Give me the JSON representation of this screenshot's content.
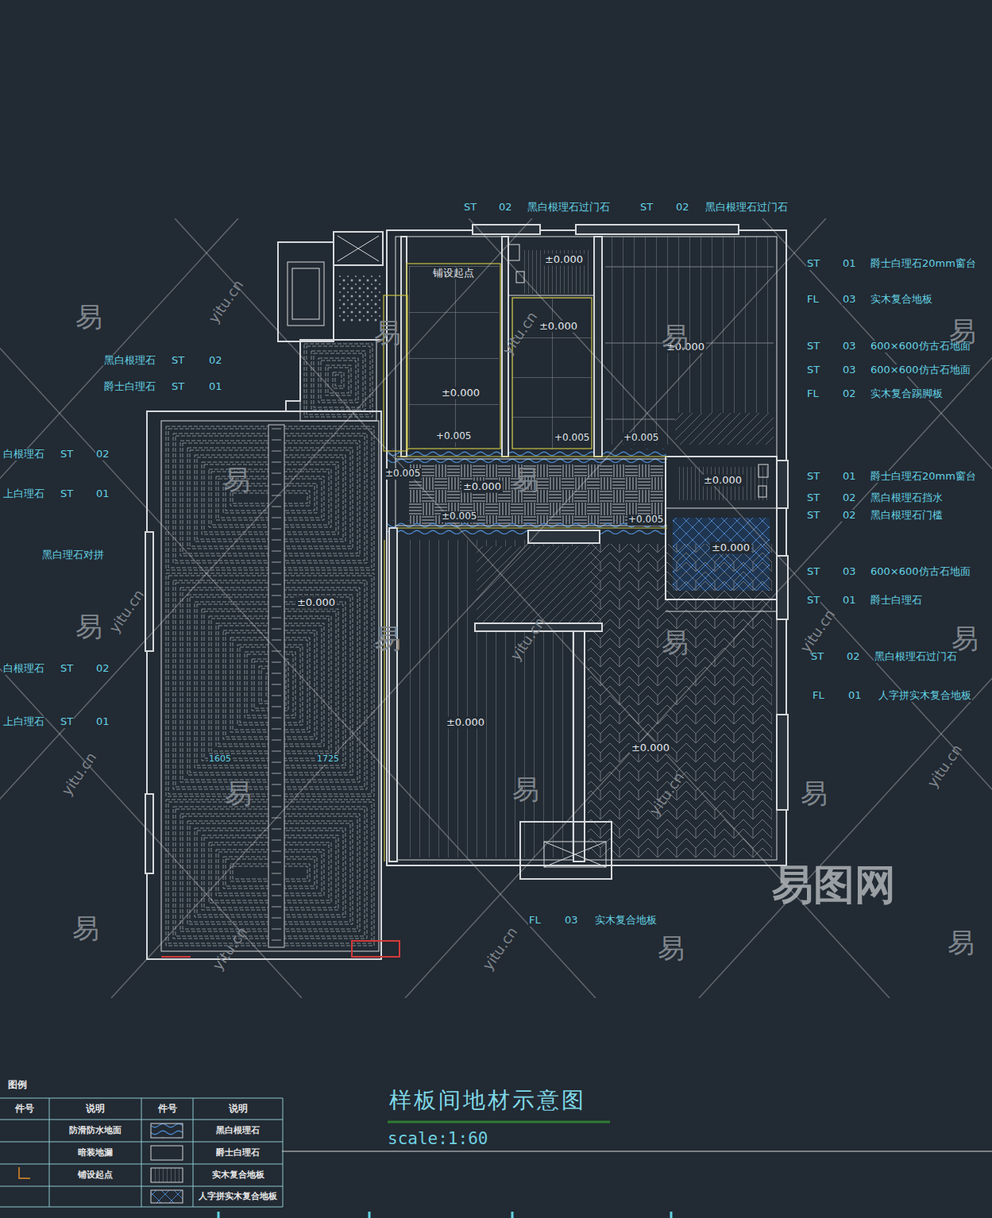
{
  "diagram": {
    "title": "样板间地材示意图",
    "caption": "scale:1:60",
    "nodes": [
      {
        "text": [
          "铺设起点",
          "±0.000"
        ]
      },
      {
        "text": [
          "±0.000"
        ]
      },
      {
        "text": [
          "±0.000"
        ]
      },
      {
        "text": [
          "±0.000"
        ]
      },
      {
        "text": [
          "±0.000"
        ]
      },
      {
        "text": [
          "±0.000"
        ]
      },
      {
        "text": [
          "±0.000"
        ]
      },
      {
        "text": [
          "±0.000"
        ]
      },
      {
        "text": [
          "±0.000"
        ]
      },
      {
        "text": [
          "±0.000"
        ]
      }
    ],
    "labels": [
      "ST",
      "02",
      "黑白根理石过门石",
      "ST",
      "02",
      "黑白根理石过门石",
      "ST",
      "01",
      "爵士白理石20mm窗台",
      "FL",
      "03",
      "实木复合地板",
      "ST",
      "03",
      "600×600仿古石地面",
      "ST",
      "03",
      "600×600仿古石地面",
      "FL",
      "02",
      "实木复合踢脚板",
      "ST",
      "01",
      "爵士白理石20mm窗台",
      "ST",
      "02",
      "黑白根理石挡水",
      "ST",
      "02",
      "黑白根理石门槛",
      "ST",
      "03",
      "600×600仿古石地面",
      "ST",
      "01",
      "爵士白理石",
      "ST",
      "02",
      "黑白根理石过门石",
      "FL",
      "01",
      "人字拼实木复合地板",
      "黑白根理石",
      "ST",
      "02",
      "爵士白理石",
      "ST",
      "01",
      "白根理石",
      "ST",
      "02",
      "上白理石",
      "ST",
      "01",
      "黑白理石对拼",
      "白根理石",
      "ST",
      "02",
      "上白理石",
      "ST",
      "01",
      "FL",
      "03",
      "实木复合地板",
      "+0.005",
      "+0.005",
      "+0.005",
      "±0.005",
      "+0.005",
      "±0.005",
      "1605",
      "1725",
      "易",
      "易",
      "易",
      "易",
      "易",
      "易",
      "易",
      "易",
      "易",
      "易",
      "易",
      "易",
      "易",
      "易",
      "易",
      "易",
      "yitu.cn",
      "yitu.cn",
      "yitu.cn",
      "yitu.cn",
      "yitu.cn",
      "yitu.cn",
      "yitu.cn",
      "yitu.cn",
      "yitu.cn",
      "yitu.cn",
      "易图网",
      "图例",
      "件号",
      "说明",
      "件号",
      "说明"
    ],
    "legend": [
      {
        "text": "防滑防水地面"
      },
      {
        "text": "暗装地漏"
      },
      {
        "text": "铺设起点"
      },
      {
        "text": "黑白根理石"
      },
      {
        "text": "爵士白理石"
      },
      {
        "text": "实木复合地板"
      },
      {
        "text": "人字拼实木复合地板"
      }
    ]
  }
}
